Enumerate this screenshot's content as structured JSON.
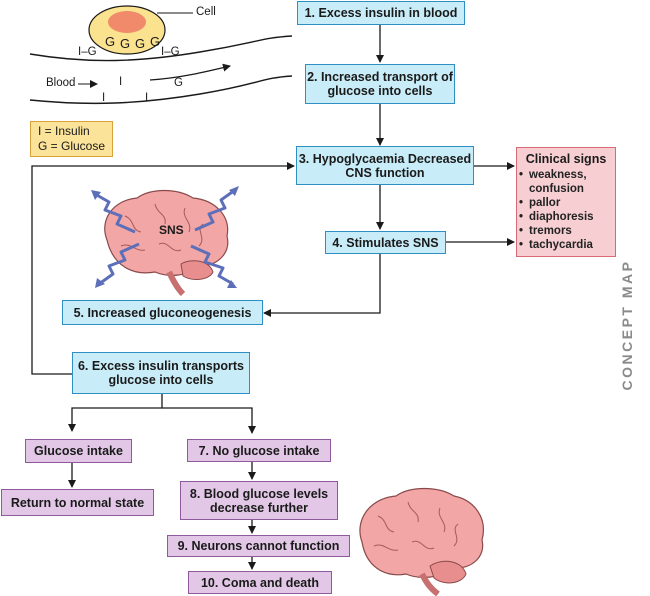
{
  "inset": {
    "cell_label": "Cell",
    "glucose_in_cell": [
      "G",
      "G",
      "G",
      "G"
    ],
    "ig_labels": [
      "I–G",
      "I–G"
    ],
    "blood_label": "Blood",
    "blood_letters": [
      "I",
      "I",
      "I",
      "G"
    ]
  },
  "legend": {
    "line1": "I = Insulin",
    "line2": "G = Glucose"
  },
  "brain_label": "SNS",
  "boxes": {
    "b1": "1. Excess insulin in blood",
    "b2": "2. Increased transport of glucose into cells",
    "b3": "3. Hypoglycaemia Decreased CNS function",
    "b4": "4. Stimulates SNS",
    "b5": "5. Increased gluconeogenesis",
    "b6": "6. Excess insulin transports glucose into cells",
    "glucose_intake": "Glucose intake",
    "return_normal": "Return to normal state",
    "b7": "7. No glucose intake",
    "b8": "8. Blood glucose levels decrease further",
    "b9": "9. Neurons cannot function",
    "b10": "10. Coma and death"
  },
  "clinical_signs": {
    "title": "Clinical signs",
    "items": [
      "weakness, confusion",
      "pallor",
      "diaphoresis",
      "tremors",
      "tachycardia"
    ]
  },
  "side_label": "CONCEPT MAP",
  "colors": {
    "blue_fill": "#c8ecf8",
    "blue_border": "#2f8fc4",
    "purple_fill": "#e2c8e6",
    "pink_fill": "#f7cfd3",
    "yellow_fill": "#fbe39a",
    "brain": "#f2a6a6",
    "sns_arrows": "#5c6fb8"
  }
}
